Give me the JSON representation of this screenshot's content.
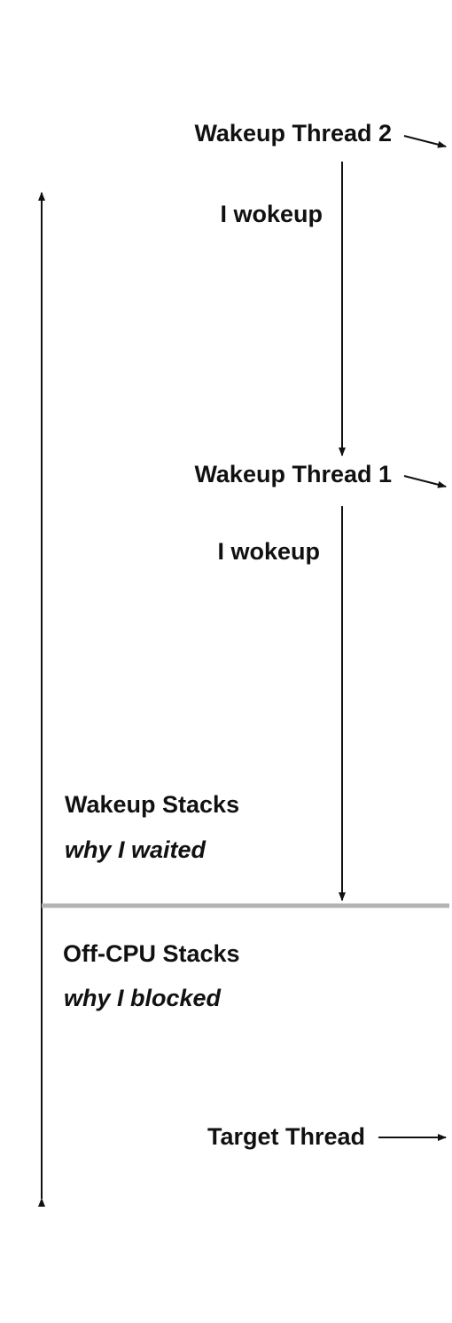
{
  "labels": {
    "wakeup_thread_2": "Wakeup Thread 2",
    "i_wokeup_2": "I wokeup",
    "wakeup_thread_1": "Wakeup Thread 1",
    "i_wokeup_1": "I wokeup",
    "wakeup_stacks": "Wakeup Stacks",
    "wakeup_stacks_subtitle": "why I waited",
    "offcpu_stacks": "Off-CPU Stacks",
    "offcpu_stacks_subtitle": "why I blocked",
    "target_thread": "Target Thread"
  },
  "colors": {
    "text": "#111111",
    "arrow": "#111111",
    "divider": "#b3b3b3",
    "background": "#ffffff"
  }
}
